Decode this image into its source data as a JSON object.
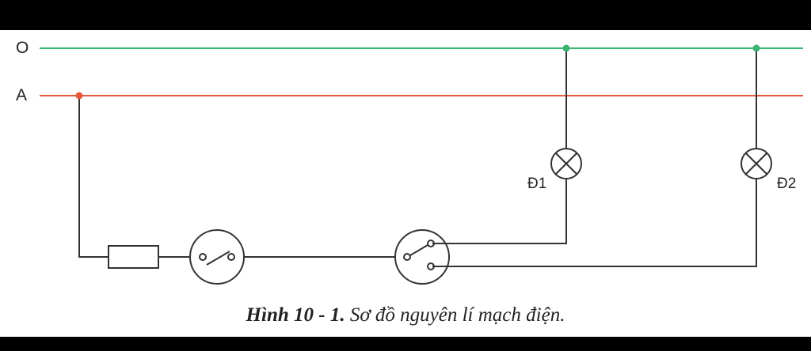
{
  "labels": {
    "line_o": "O",
    "line_a": "A",
    "lamp1": "Đ1",
    "lamp2": "Đ2"
  },
  "caption": {
    "figure": "Hình 10 - 1.",
    "text": "Sơ đồ nguyên lí mạch điện."
  },
  "colors": {
    "neutral_wire": "#3cb371",
    "live_wire": "#e8583a",
    "circuit": "#333333"
  }
}
